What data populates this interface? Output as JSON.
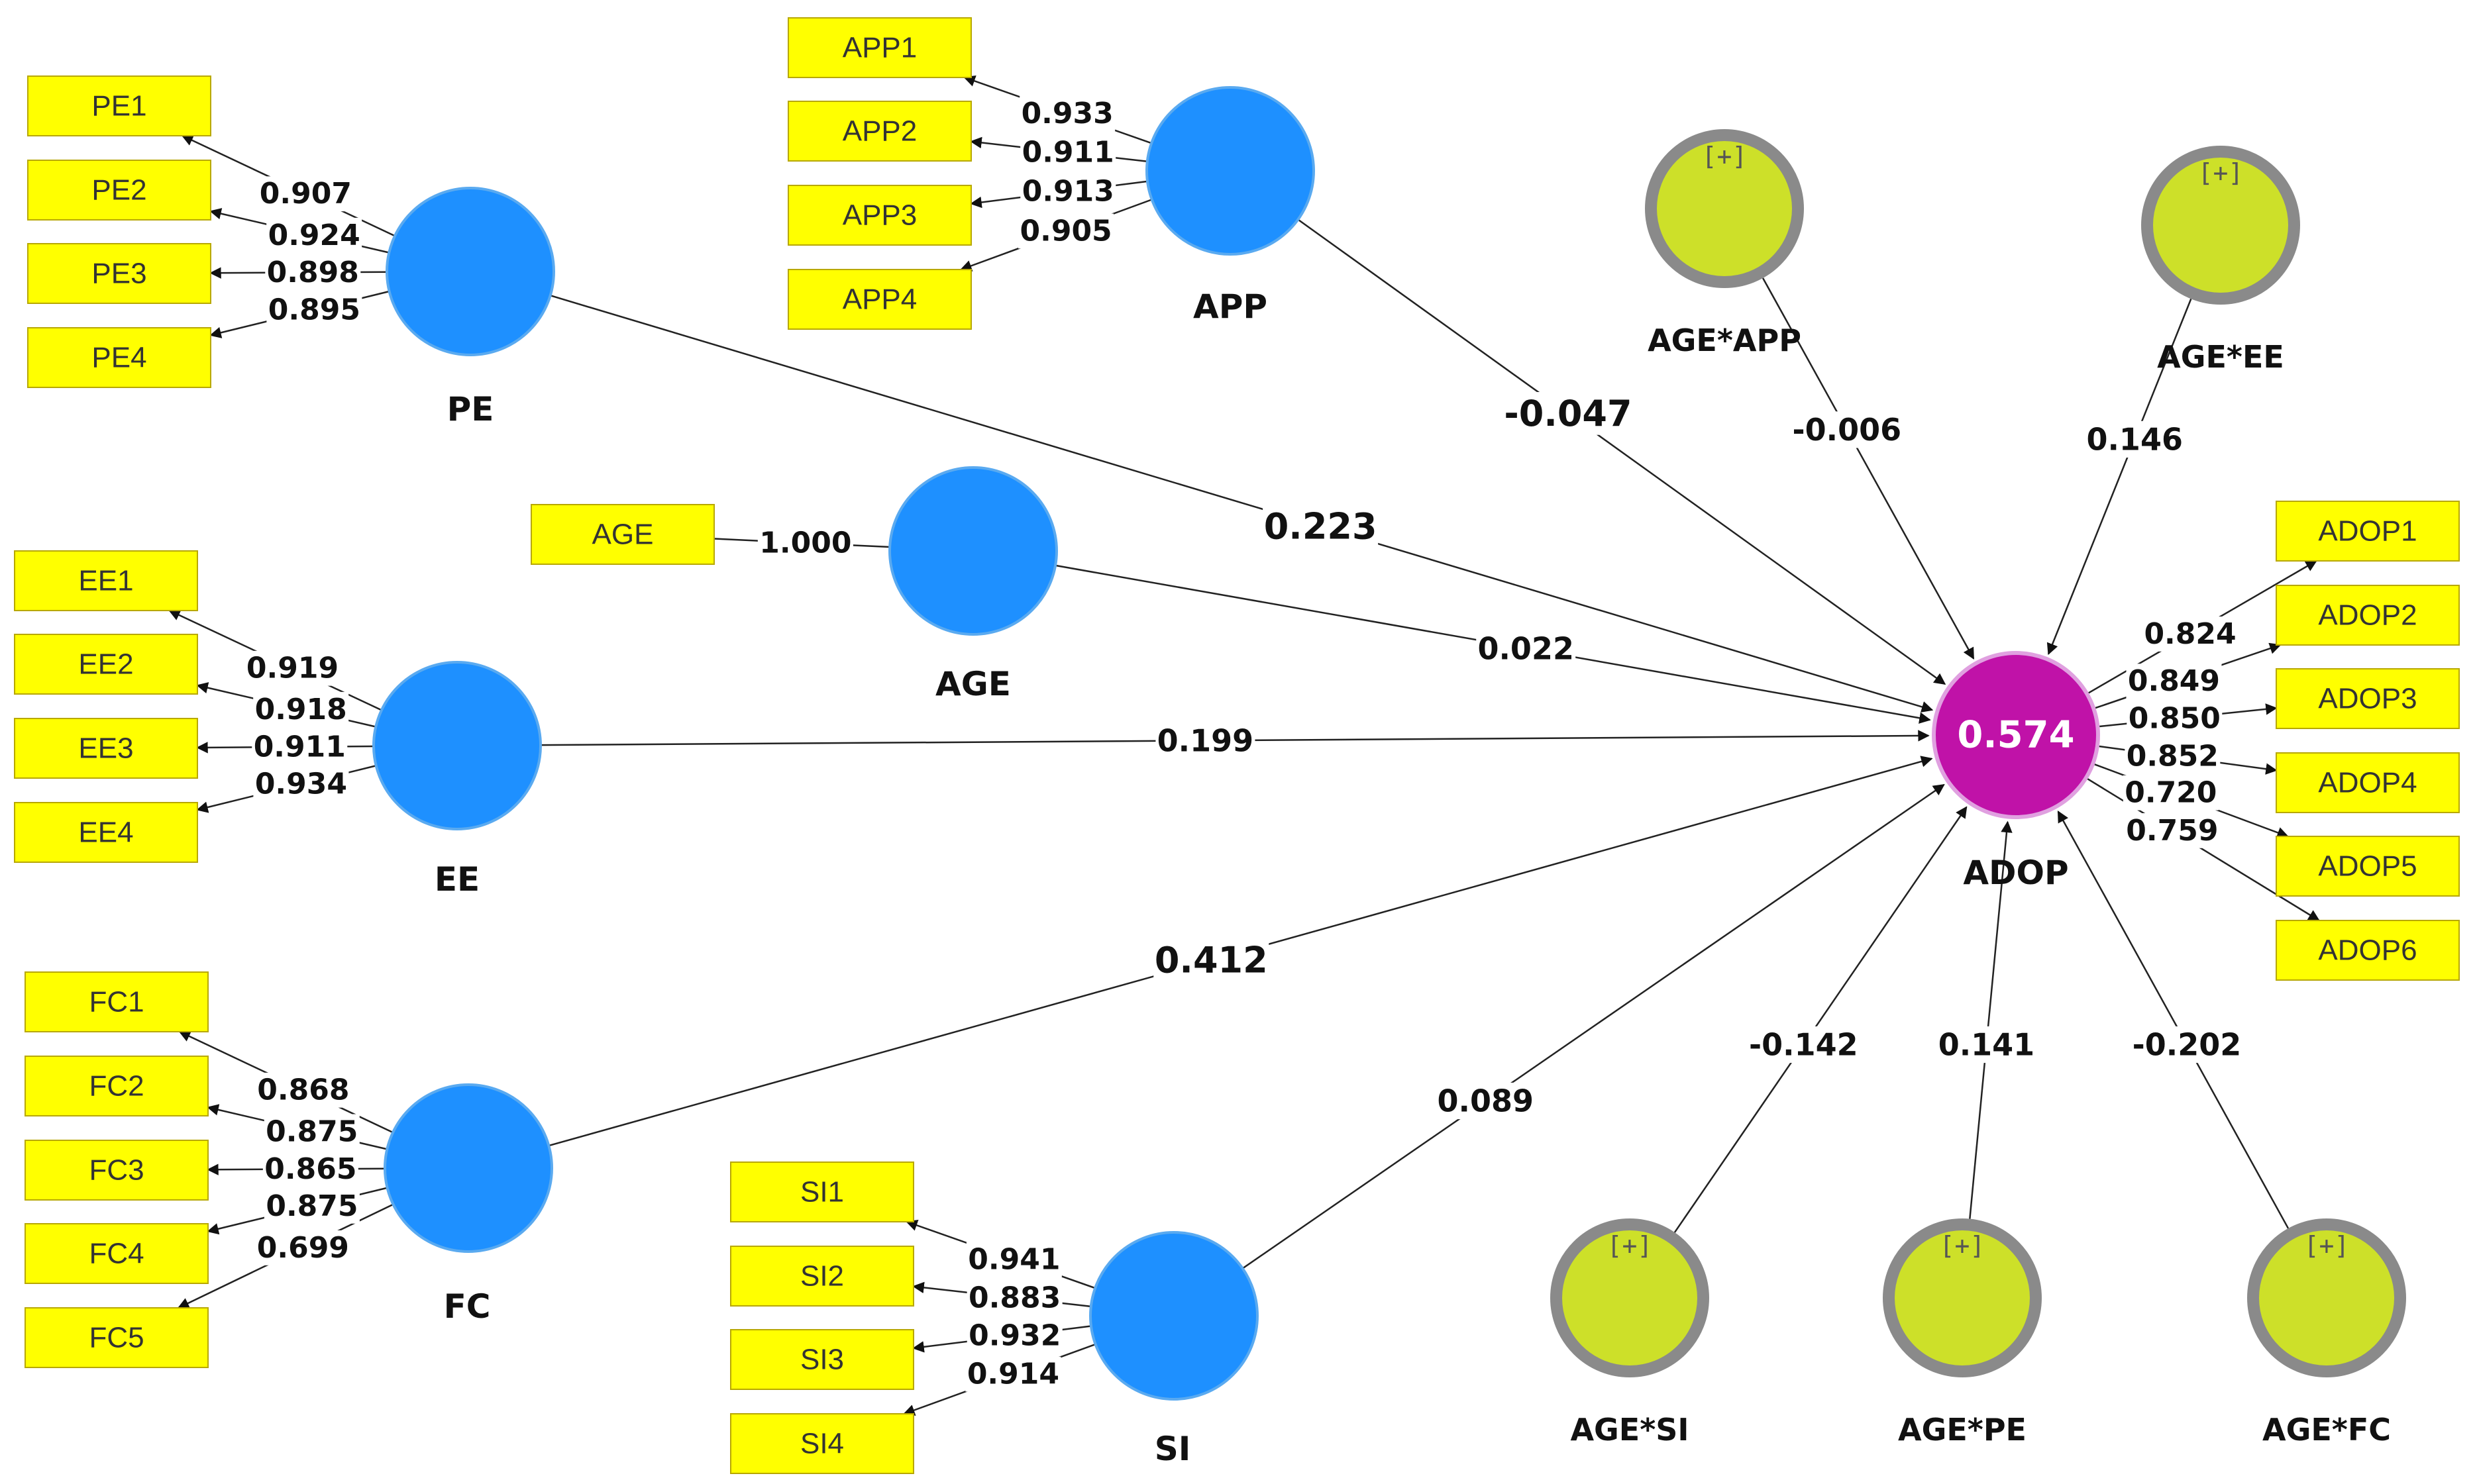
{
  "constructs": [
    {
      "id": "PE",
      "label": "PE"
    },
    {
      "id": "APP",
      "label": "APP"
    },
    {
      "id": "AGE",
      "label": "AGE"
    },
    {
      "id": "EE",
      "label": "EE"
    },
    {
      "id": "FC",
      "label": "FC"
    },
    {
      "id": "SI",
      "label": "SI"
    }
  ],
  "moderators": [
    {
      "id": "AGEAPP",
      "label": "AGE*APP",
      "marker": "[+]"
    },
    {
      "id": "AGEEE",
      "label": "AGE*EE",
      "marker": "[+]"
    },
    {
      "id": "AGESI",
      "label": "AGE*SI",
      "marker": "[+]"
    },
    {
      "id": "AGEPE",
      "label": "AGE*PE",
      "marker": "[+]"
    },
    {
      "id": "AGEFC",
      "label": "AGE*FC",
      "marker": "[+]"
    }
  ],
  "endogenous": {
    "id": "ADOP",
    "label": "ADOP",
    "r_squared": "0.574"
  },
  "loadings": {
    "PE": [
      {
        "indicator": "PE1",
        "value": "0.907"
      },
      {
        "indicator": "PE2",
        "value": "0.924"
      },
      {
        "indicator": "PE3",
        "value": "0.898"
      },
      {
        "indicator": "PE4",
        "value": "0.895"
      }
    ],
    "APP": [
      {
        "indicator": "APP1",
        "value": "0.933"
      },
      {
        "indicator": "APP2",
        "value": "0.911"
      },
      {
        "indicator": "APP3",
        "value": "0.913"
      },
      {
        "indicator": "APP4",
        "value": "0.905"
      }
    ],
    "AGE": [
      {
        "indicator": "AGE",
        "value": "1.000"
      }
    ],
    "EE": [
      {
        "indicator": "EE1",
        "value": "0.919"
      },
      {
        "indicator": "EE2",
        "value": "0.918"
      },
      {
        "indicator": "EE3",
        "value": "0.911"
      },
      {
        "indicator": "EE4",
        "value": "0.934"
      }
    ],
    "FC": [
      {
        "indicator": "FC1",
        "value": "0.868"
      },
      {
        "indicator": "FC2",
        "value": "0.875"
      },
      {
        "indicator": "FC3",
        "value": "0.865"
      },
      {
        "indicator": "FC4",
        "value": "0.875"
      },
      {
        "indicator": "FC5",
        "value": "0.699"
      }
    ],
    "SI": [
      {
        "indicator": "SI1",
        "value": "0.941"
      },
      {
        "indicator": "SI2",
        "value": "0.883"
      },
      {
        "indicator": "SI3",
        "value": "0.932"
      },
      {
        "indicator": "SI4",
        "value": "0.914"
      }
    ],
    "ADOP": [
      {
        "indicator": "ADOP1",
        "value": "0.824"
      },
      {
        "indicator": "ADOP2",
        "value": "0.849"
      },
      {
        "indicator": "ADOP3",
        "value": "0.850"
      },
      {
        "indicator": "ADOP4",
        "value": "0.852"
      },
      {
        "indicator": "ADOP5",
        "value": "0.720"
      },
      {
        "indicator": "ADOP6",
        "value": "0.759"
      }
    ]
  },
  "paths": [
    {
      "from": "PE",
      "value": "0.223"
    },
    {
      "from": "APP",
      "value": "-0.047"
    },
    {
      "from": "AGE",
      "value": "0.022"
    },
    {
      "from": "EE",
      "value": "0.199"
    },
    {
      "from": "FC",
      "value": "0.412"
    },
    {
      "from": "SI",
      "value": "0.089"
    },
    {
      "from": "AGEAPP",
      "value": "-0.006"
    },
    {
      "from": "AGEEE",
      "value": "0.146"
    },
    {
      "from": "AGESI",
      "value": "-0.142"
    },
    {
      "from": "AGEPE",
      "value": "0.141"
    },
    {
      "from": "AGEFC",
      "value": "-0.202"
    }
  ],
  "colors": {
    "construct": "#1e90ff",
    "endogenous": "#c012a8",
    "moderator": "#cde029",
    "moderator_ring": "#8a8a8a",
    "indicator": "#ffff00"
  }
}
